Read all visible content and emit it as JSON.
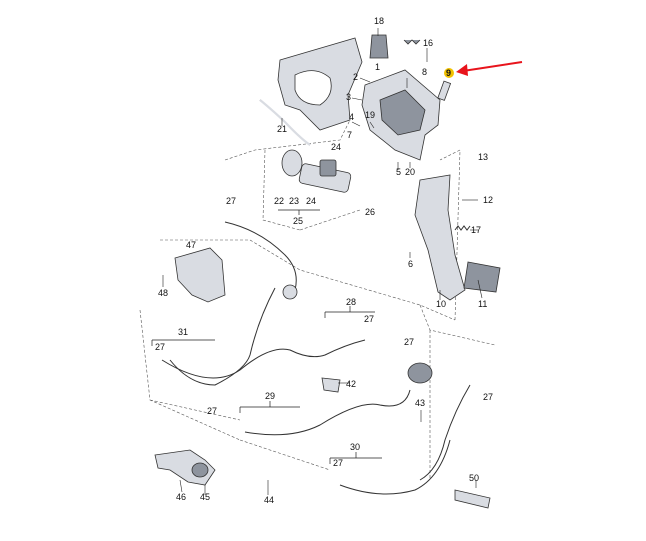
{
  "callouts": {
    "n1": "1",
    "n2": "2",
    "n3": "3",
    "n4": "4",
    "n5": "5",
    "n6": "6",
    "n7": "7",
    "n8": "8",
    "n9": "9",
    "n10": "10",
    "n11": "11",
    "n12": "12",
    "n13": "13",
    "n16": "16",
    "n17": "17",
    "n18": "18",
    "n19": "19",
    "n20": "20",
    "n21": "21",
    "n22": "22",
    "n23": "23",
    "n24a": "24",
    "n24b": "24",
    "n25": "25",
    "n26": "26",
    "n27a": "27",
    "n27b": "27",
    "n27c": "27",
    "n27d": "27",
    "n27e": "27",
    "n27f": "27",
    "n27g": "27",
    "n28": "28",
    "n29": "29",
    "n30": "30",
    "n31": "31",
    "n42": "42",
    "n43": "43",
    "n44": "44",
    "n45": "45",
    "n46": "46",
    "n47": "47",
    "n48": "48",
    "n50": "50"
  },
  "colors": {
    "highlight": "#f2c200",
    "arrow": "#e8141c"
  }
}
